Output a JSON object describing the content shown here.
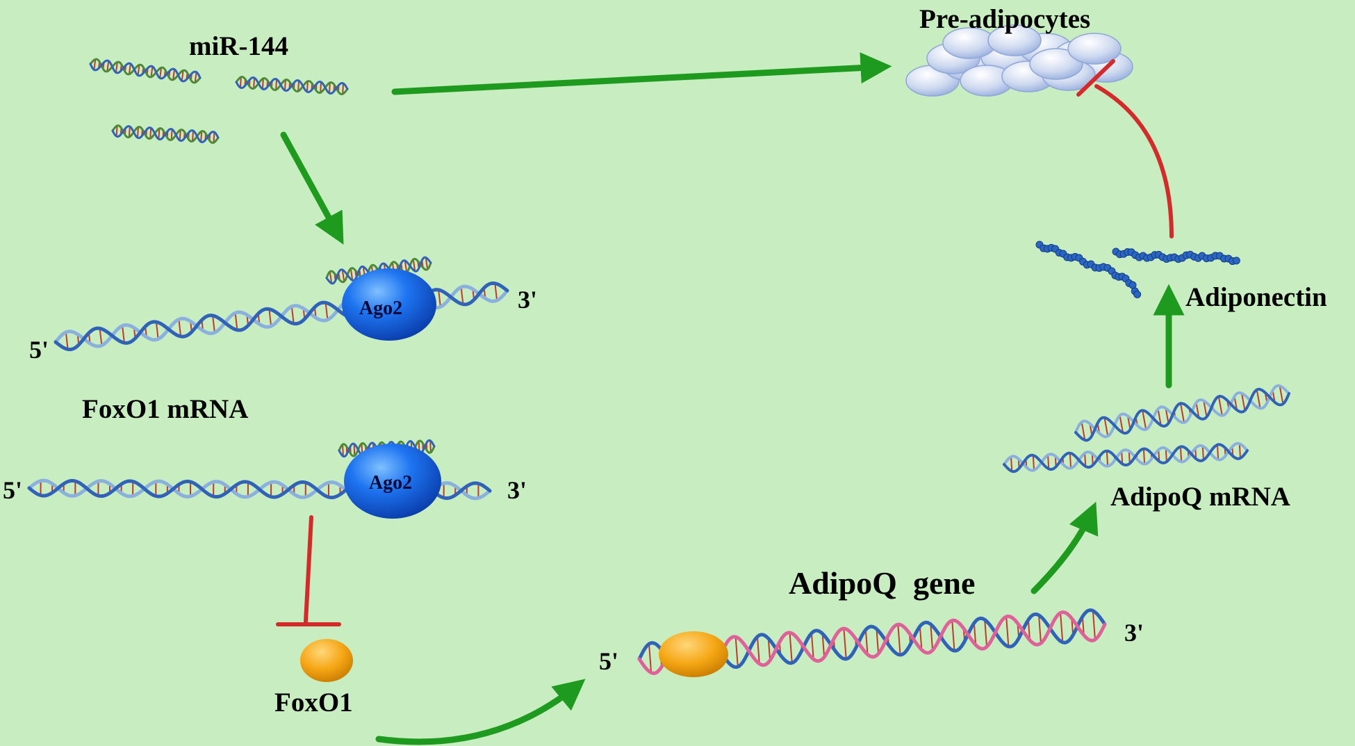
{
  "labels": {
    "mir144": "miR-144",
    "preadipocytes": "Pre-adipocytes",
    "ago2_a": "Ago2",
    "ago2_b": "Ago2",
    "foxo1_mrna": "FoxO1 mRNA",
    "foxo1": "FoxO1",
    "adipoq_gene": "AdipoQ  gene",
    "adipoq_mrna": "AdipoQ mRNA",
    "adiponectin": "Adiponectin",
    "end5_a": "5'",
    "end3_a": "3'",
    "end5_b": "5'",
    "end3_b": "3'",
    "end5_gene": "5'",
    "end3_gene": "3'"
  },
  "colors": {
    "background": "#c8edc0",
    "activation_arrow": "#1e9a1e",
    "inhibition": "#d42a2a",
    "helix_blue": "#2f62b8",
    "helix_pink": "#e0609a",
    "base_pair": "#c0392b",
    "ago2": "#1565e0",
    "foxo1_protein": "#f2a20c",
    "cell": "#dfe7f6",
    "adiponectin": "#2a66c2"
  },
  "icons": {
    "mirna": "rna-strand-icon",
    "mrna": "mrna-helix-icon",
    "dna": "dna-double-helix-icon",
    "protein_complex": "ago2-protein-icon",
    "transcription_factor": "foxo1-protein-icon",
    "cells": "cell-cluster-icon",
    "hormone": "adiponectin-protein-icon"
  }
}
